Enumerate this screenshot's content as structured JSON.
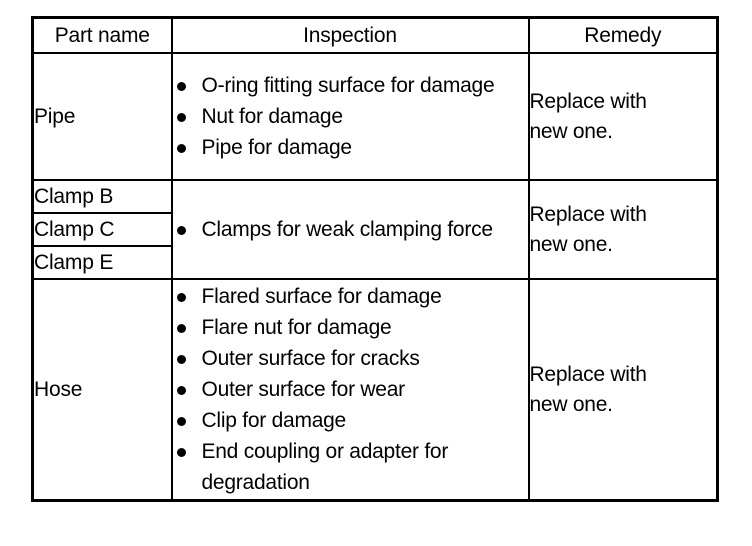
{
  "table": {
    "headers": [
      "Part name",
      "Inspection",
      "Remedy"
    ],
    "rows": [
      {
        "part_names": [
          "Pipe"
        ],
        "inspection_items": [
          "O-ring fitting surface for damage",
          "Nut for damage",
          "Pipe for damage"
        ],
        "remedy_lines": [
          "Replace with",
          "new one."
        ]
      },
      {
        "part_names": [
          "Clamp B",
          "Clamp C",
          "Clamp E"
        ],
        "inspection_items": [
          "Clamps for weak clamping force"
        ],
        "remedy_lines": [
          "Replace with",
          "new one."
        ]
      },
      {
        "part_names": [
          "Hose"
        ],
        "inspection_items": [
          "Flared surface for damage",
          "Flare nut for damage",
          "Outer surface for cracks",
          "Outer surface for wear",
          "Clip for damage",
          "End coupling or adapter for degradation"
        ],
        "remedy_lines": [
          "Replace with",
          "new one."
        ]
      }
    ]
  },
  "style": {
    "ink": "#000000",
    "paper": "#ffffff"
  }
}
